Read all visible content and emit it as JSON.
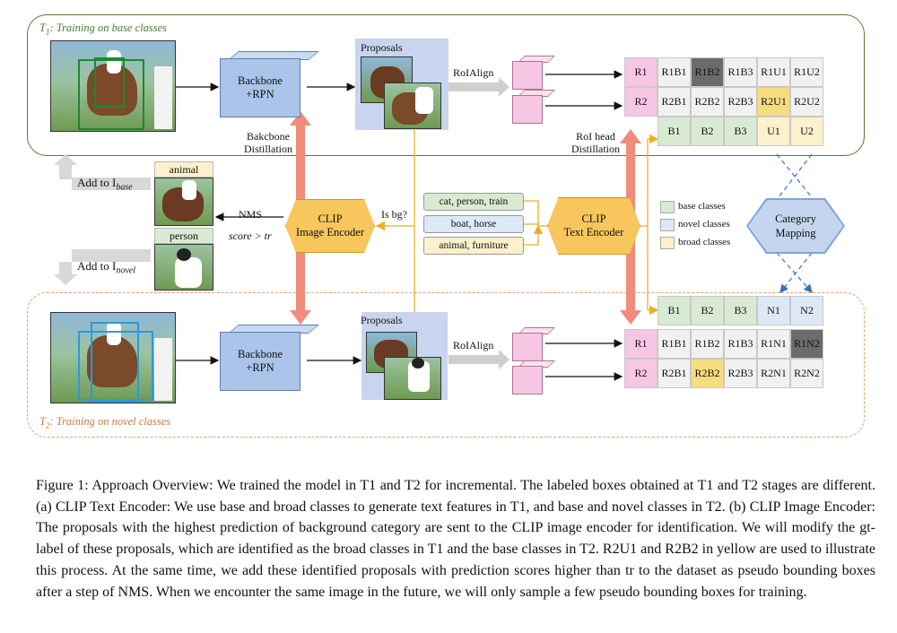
{
  "stage1": {
    "prefix": "T",
    "sub": "1",
    "title": ": Training on base classes"
  },
  "stage2": {
    "prefix": "T",
    "sub": "2",
    "title": ": Training on novel classes"
  },
  "backbone_label": [
    "Backbone",
    "+RPN"
  ],
  "proposals_label": "Proposals",
  "roialign_label": "RoIAlign",
  "backbone_distill": [
    "Bakcbone",
    "Distillation"
  ],
  "roihead_distill": [
    "RoI head",
    "Distillation"
  ],
  "clip_image": [
    "CLIP",
    "Image Encoder"
  ],
  "clip_text": [
    "CLIP",
    "Text Encoder"
  ],
  "is_bg": "Is bg?",
  "nms": "NMS",
  "score": "score > tr",
  "add_base": "Add to I",
  "add_base_sub": "base",
  "add_novel": "Add to I",
  "add_novel_sub": "novel",
  "tag_animal": "animal",
  "tag_person": "person",
  "text_pills": [
    "cat, person, train",
    "boat, horse",
    "animal, furniture"
  ],
  "legend": [
    "base classes",
    "novel classes",
    "broad classes"
  ],
  "category_mapping": [
    "Category",
    "Mapping"
  ],
  "matrix1": {
    "rows": [
      [
        "R1",
        "R1B1",
        "R1B2",
        "R1B3",
        "R1U1",
        "R1U2"
      ],
      [
        "R2",
        "R2B1",
        "R2B2",
        "R2B3",
        "R2U1",
        "R2U2"
      ]
    ],
    "header": [
      "B1",
      "B2",
      "B3",
      "U1",
      "U2"
    ]
  },
  "matrix2": {
    "header": [
      "B1",
      "B2",
      "B3",
      "N1",
      "N2"
    ],
    "rows": [
      [
        "R1",
        "R1B1",
        "R1B2",
        "R1B3",
        "R1N1",
        "R1N2"
      ],
      [
        "R2",
        "R2B1",
        "R2B2",
        "R2B3",
        "R2N1",
        "R2N2"
      ]
    ]
  },
  "colors": {
    "base": "#d9ead3",
    "novel": "#dce8f6",
    "broad": "#fdf0cc",
    "highlight": "#f7dc80",
    "dark": "#6b6b6b",
    "rowhead": "#f6c6e4"
  },
  "caption": "Figure 1: Approach Overview: We trained the model in T1 and T2 for incremental. The labeled boxes obtained at T1 and T2 stages are different. (a) CLIP Text Encoder: We use base and broad classes to generate text features in T1, and base and novel classes in T2. (b) CLIP Image Encoder: The proposals with the highest prediction of background category are sent to the CLIP image encoder for identification. We will modify the gt-label of these proposals, which are identified as the broad classes in T1 and the base classes in T2. R2U1 and R2B2 in yellow are used to illustrate this process. At the same time, we add these identified proposals with prediction scores higher than tr to the dataset as pseudo bounding boxes after a step of NMS. When we encounter the same image in the future, we will only sample a few pseudo bounding boxes for training."
}
